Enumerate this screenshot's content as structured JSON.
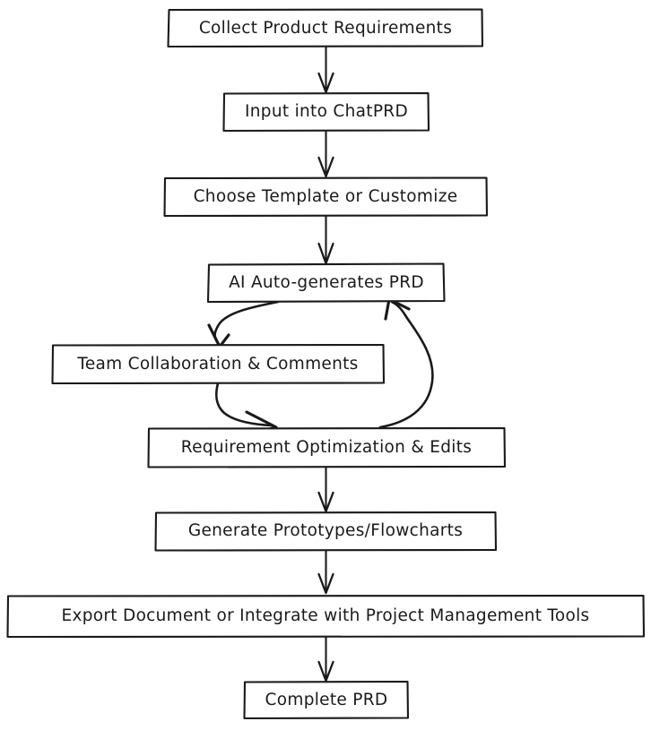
{
  "diagram": {
    "type": "flowchart",
    "direction": "top-to-bottom",
    "background_color": "#ffffff",
    "stroke_color": "#1a1a1a",
    "text_color": "#1a1a1a",
    "style": "hand-drawn",
    "nodes": [
      {
        "id": "n1",
        "label": "Collect Product Requirements"
      },
      {
        "id": "n2",
        "label": "Input into ChatPRD"
      },
      {
        "id": "n3",
        "label": "Choose Template or Customize"
      },
      {
        "id": "n4",
        "label": "AI Auto-generates PRD"
      },
      {
        "id": "n5",
        "label": "Team Collaboration & Comments"
      },
      {
        "id": "n6",
        "label": "Requirement Optimization & Edits"
      },
      {
        "id": "n7",
        "label": "Generate Prototypes/Flowcharts"
      },
      {
        "id": "n8",
        "label": "Export Document or Integrate with Project Management Tools"
      },
      {
        "id": "n9",
        "label": "Complete PRD"
      }
    ],
    "edges": [
      {
        "from": "n1",
        "to": "n2",
        "shape": "straight"
      },
      {
        "from": "n2",
        "to": "n3",
        "shape": "straight"
      },
      {
        "from": "n3",
        "to": "n4",
        "shape": "straight"
      },
      {
        "from": "n4",
        "to": "n5",
        "shape": "curved"
      },
      {
        "from": "n5",
        "to": "n6",
        "shape": "curved"
      },
      {
        "from": "n6",
        "to": "n4",
        "shape": "curved-return"
      },
      {
        "from": "n6",
        "to": "n7",
        "shape": "straight"
      },
      {
        "from": "n7",
        "to": "n8",
        "shape": "straight"
      },
      {
        "from": "n8",
        "to": "n9",
        "shape": "straight"
      }
    ]
  }
}
